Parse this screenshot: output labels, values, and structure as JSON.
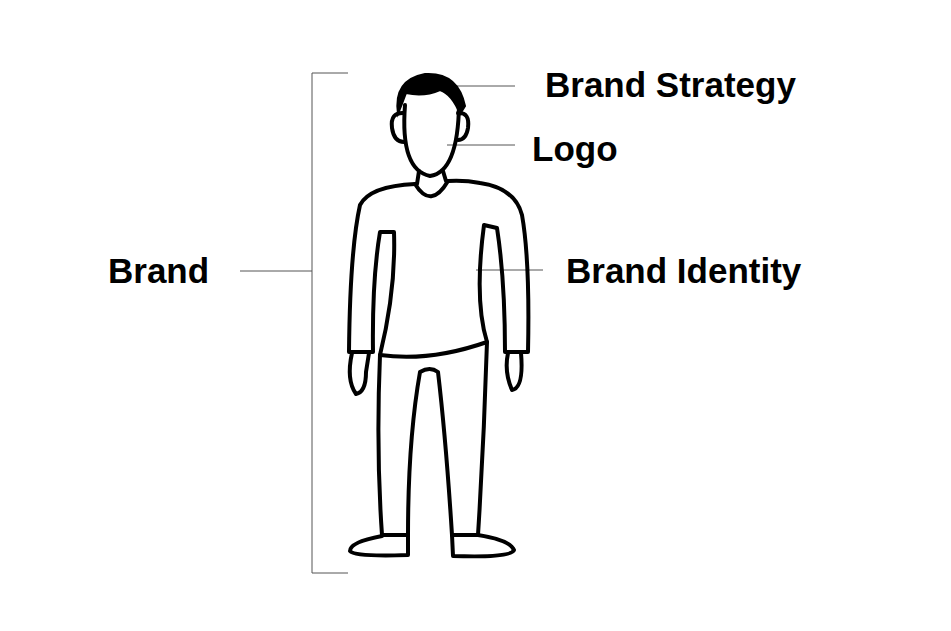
{
  "diagram": {
    "labels": [
      "Brand Strategy",
      "Logo",
      "Brand",
      "Brand Identity"
    ]
  }
}
